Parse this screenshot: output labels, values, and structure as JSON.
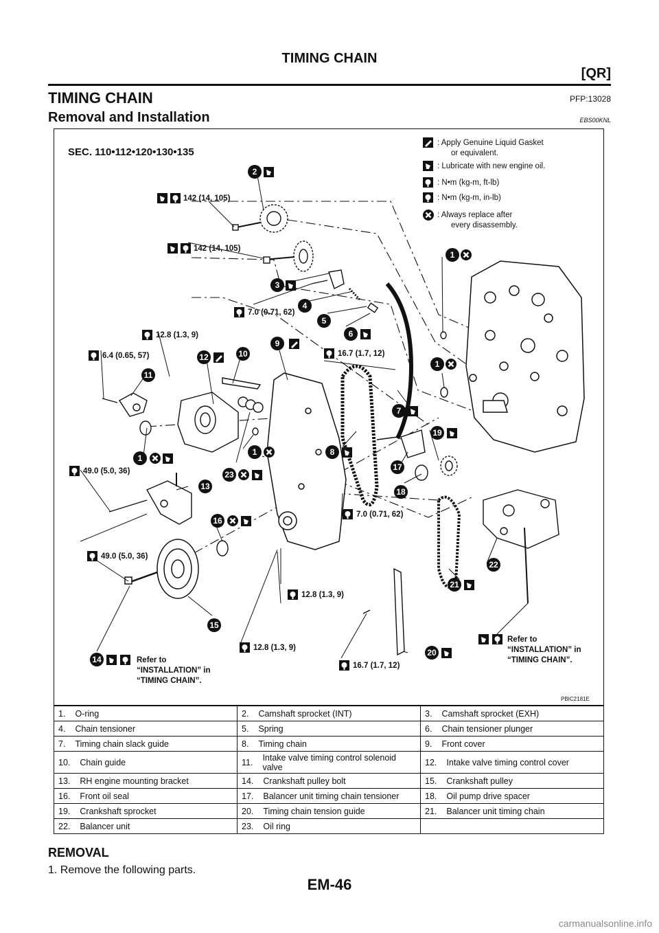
{
  "header": {
    "title": "TIMING CHAIN",
    "engine": "[QR]"
  },
  "section": {
    "title": "TIMING CHAIN",
    "pfp": "PFP:13028"
  },
  "subsection": {
    "title": "Removal and Installation",
    "code": "EBS00KNL"
  },
  "figure": {
    "sec_label": "SEC. 110•112•120•130•135",
    "fig_code": "PBIC2181E",
    "legend": [
      {
        "icon": "liquid-gasket-icon",
        "text1": ": Apply Genuine Liquid Gasket",
        "text2": "or equivalent."
      },
      {
        "icon": "oil-can-icon",
        "text1": ": Lubricate with new engine oil.",
        "text2": ""
      },
      {
        "icon": "torque-wrench-icon",
        "text1": ": N•m (kg-m, ft-lb)",
        "text2": ""
      },
      {
        "icon": "torque-wrench-inlb-icon",
        "text1": ": N•m (kg-m, in-lb)",
        "text2": ""
      },
      {
        "icon": "replace-part-icon",
        "text1": ": Always replace after",
        "text2": "every disassembly."
      }
    ],
    "torques": {
      "t1": "142 (14, 105)",
      "t2": "142 (14, 105)",
      "t3": "7.0 (0.71, 62)",
      "t4": "12.8 (1.3, 9)",
      "t5": "6.4 (0.65, 57)",
      "t6": "16.7 (1.7, 12)",
      "t7": "49.0 (5.0, 36)",
      "t8": "7.0 (0.71, 62)",
      "t9": "49.0 (5.0, 36)",
      "t10": "12.8 (1.3, 9)",
      "t11": "12.8 (1.3, 9)",
      "t12": "16.7 (1.7, 12)"
    },
    "refer_left": [
      "Refer to",
      "“INSTALLATION” in",
      "“TIMING CHAIN”."
    ],
    "refer_right": [
      "Refer to",
      "“INSTALLATION” in",
      "“TIMING CHAIN”."
    ],
    "callouts": {
      "c1a": "1",
      "c1b": "1",
      "c1c": "1",
      "c1d": "1",
      "c2": "2",
      "c3": "3",
      "c4": "4",
      "c5": "5",
      "c6": "6",
      "c7": "7",
      "c8": "8",
      "c9": "9",
      "c10": "10",
      "c11": "11",
      "c12": "12",
      "c13": "13",
      "c14": "14",
      "c15": "15",
      "c16": "16",
      "c17": "17",
      "c18": "18",
      "c19": "19",
      "c20": "20",
      "c21": "21",
      "c22": "22",
      "c23": "23"
    }
  },
  "parts": [
    [
      {
        "n": "1.",
        "t": "O-ring"
      },
      {
        "n": "2.",
        "t": "Camshaft sprocket (INT)"
      },
      {
        "n": "3.",
        "t": "Camshaft sprocket (EXH)"
      }
    ],
    [
      {
        "n": "4.",
        "t": "Chain tensioner"
      },
      {
        "n": "5.",
        "t": "Spring"
      },
      {
        "n": "6.",
        "t": "Chain tensioner plunger"
      }
    ],
    [
      {
        "n": "7.",
        "t": "Timing chain slack guide"
      },
      {
        "n": "8.",
        "t": "Timing chain"
      },
      {
        "n": "9.",
        "t": "Front cover"
      }
    ],
    [
      {
        "n": "10.",
        "t": "Chain guide"
      },
      {
        "n": "11.",
        "t": "Intake valve timing control solenoid valve"
      },
      {
        "n": "12.",
        "t": "Intake valve timing control cover"
      }
    ],
    [
      {
        "n": "13.",
        "t": "RH engine mounting bracket"
      },
      {
        "n": "14.",
        "t": "Crankshaft pulley bolt"
      },
      {
        "n": "15.",
        "t": "Crankshaft pulley"
      }
    ],
    [
      {
        "n": "16.",
        "t": "Front oil seal"
      },
      {
        "n": "17.",
        "t": "Balancer unit timing chain tensioner"
      },
      {
        "n": "18.",
        "t": "Oil pump drive spacer"
      }
    ],
    [
      {
        "n": "19.",
        "t": "Crankshaft sprocket"
      },
      {
        "n": "20.",
        "t": "Timing chain tension guide"
      },
      {
        "n": "21.",
        "t": "Balancer unit timing chain"
      }
    ],
    [
      {
        "n": "22.",
        "t": "Balancer unit"
      },
      {
        "n": "23.",
        "t": "Oil ring"
      },
      {
        "n": "",
        "t": ""
      }
    ]
  ],
  "removal": {
    "heading": "REMOVAL",
    "step1": "1.  Remove the following parts."
  },
  "footer": {
    "page": "EM-46",
    "watermark": "carmanualsonline.info"
  }
}
